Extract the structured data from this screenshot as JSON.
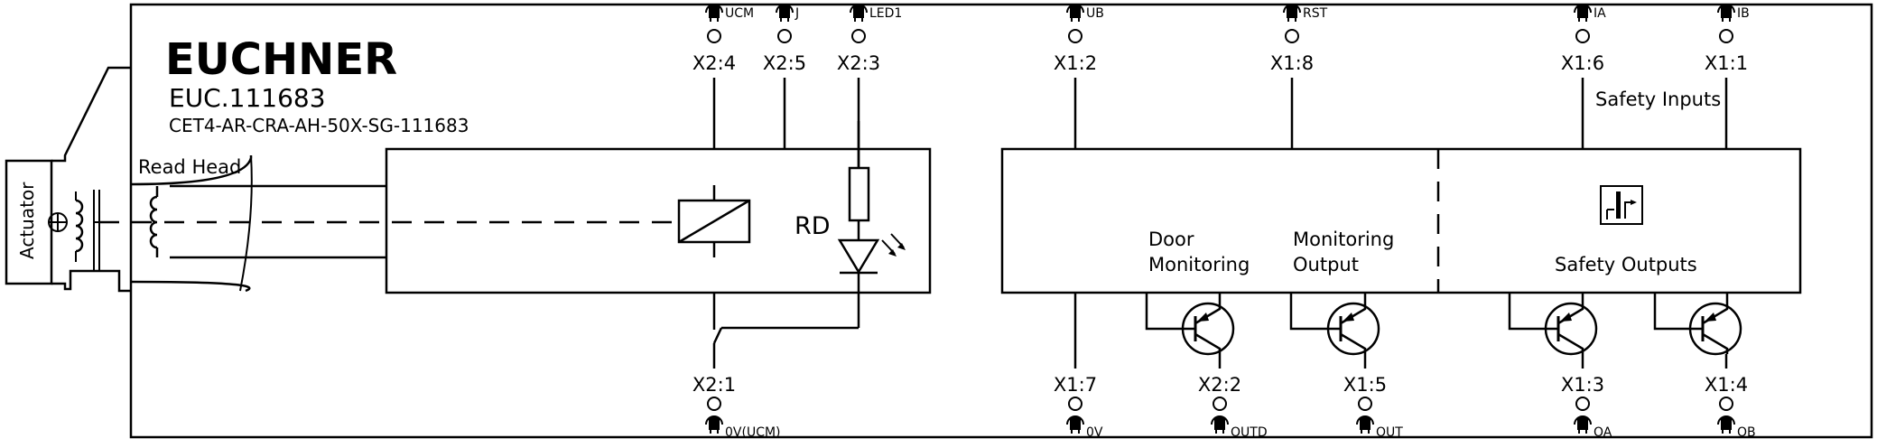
{
  "brand": {
    "name": "EUCHNER",
    "order_no": "EUC.111683",
    "type_code": "CET4-AR-CRA-AH-50X-SG-111683"
  },
  "actuator": {
    "label": "Actuator"
  },
  "read_head": {
    "label": "Read Head"
  },
  "relay": {
    "label": "RD"
  },
  "right_block": {
    "door_monitoring_line1": "Door",
    "door_monitoring_line2": "Monitoring",
    "monitoring_output_line1": "Monitoring",
    "monitoring_output_line2": "Output",
    "safety_inputs": "Safety Inputs",
    "safety_outputs": "Safety Outputs"
  },
  "terminals_top": [
    {
      "pin": "X2:4",
      "signal": "UCM"
    },
    {
      "pin": "X2:5",
      "signal": "J"
    },
    {
      "pin": "X2:3",
      "signal": "LED1"
    },
    {
      "pin": "X1:2",
      "signal": "UB"
    },
    {
      "pin": "X1:8",
      "signal": "RST"
    },
    {
      "pin": "X1:6",
      "signal": "IA"
    },
    {
      "pin": "X1:1",
      "signal": "IB"
    }
  ],
  "terminals_bottom": [
    {
      "pin": "X2:1",
      "signal": "0V(UCM)"
    },
    {
      "pin": "X1:7",
      "signal": "0V"
    },
    {
      "pin": "X2:2",
      "signal": "OUTD"
    },
    {
      "pin": "X1:5",
      "signal": "OUT"
    },
    {
      "pin": "X1:3",
      "signal": "OA"
    },
    {
      "pin": "X1:4",
      "signal": "OB"
    }
  ]
}
